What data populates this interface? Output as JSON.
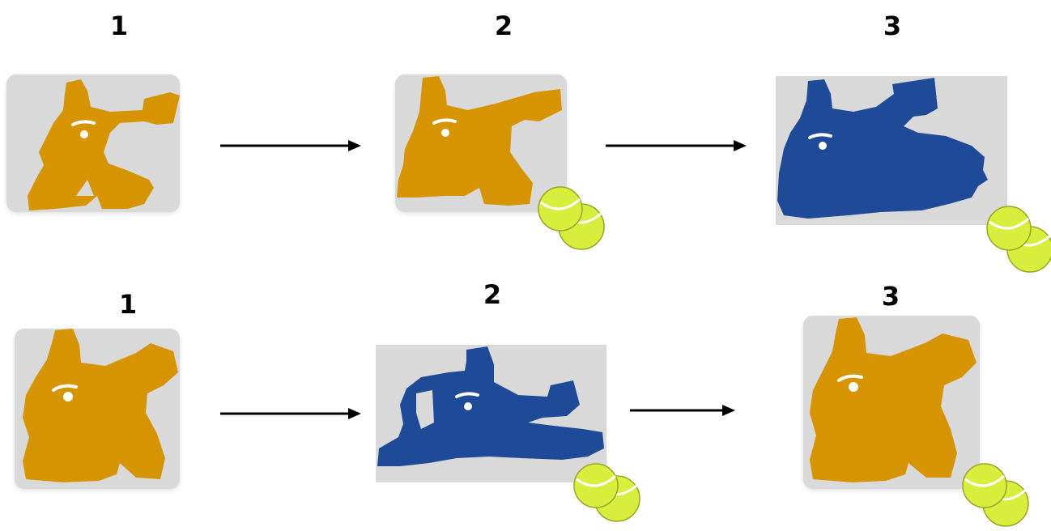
{
  "colors": {
    "standing": "#d69400",
    "diving": "#1f4a98",
    "panel_bg": "#d9d9d9",
    "ball": "#d8ee3c",
    "ball_seam": "#ffffff"
  },
  "rows": [
    {
      "steps": [
        {
          "label": "1",
          "pose": "standing",
          "icon": "goalkeeper-crouch-icon",
          "has_balls": false
        },
        {
          "label": "2",
          "pose": "standing",
          "icon": "goalkeeper-crouch-icon",
          "has_balls": true
        },
        {
          "label": "3",
          "pose": "diving",
          "icon": "goalkeeper-dive-icon",
          "has_balls": true
        }
      ]
    },
    {
      "steps": [
        {
          "label": "1",
          "pose": "standing",
          "icon": "goalkeeper-crouch-icon",
          "has_balls": false
        },
        {
          "label": "2",
          "pose": "diving",
          "icon": "goalkeeper-dive-icon",
          "has_balls": true
        },
        {
          "label": "3",
          "pose": "standing",
          "icon": "goalkeeper-crouch-icon",
          "has_balls": true
        }
      ]
    }
  ]
}
